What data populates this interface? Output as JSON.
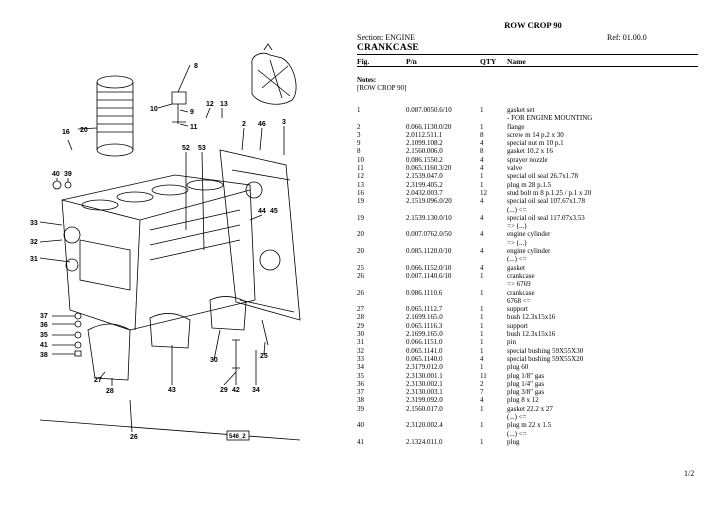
{
  "document": {
    "title": "ROW CROP 90",
    "section": "Section: ENGINE",
    "ref": "Ref: 01.00.0",
    "heading": "CRANKCASE",
    "columns": {
      "fig": "Fig.",
      "pn": "P/n",
      "qty": "QTY",
      "name": "Name"
    },
    "notes_label": "Notes:",
    "notes_value": "[ROW CROP 90]",
    "page": "1/2"
  },
  "parts": [
    {
      "fig": "1",
      "pn": "0.087.0050.6/10",
      "qty": "1",
      "name": "gasket set"
    },
    {
      "fig": "",
      "pn": "",
      "qty": "",
      "name": "- FOR ENGINE MOUNTING"
    },
    {
      "fig": "2",
      "pn": "0.066.1130.0/20",
      "qty": "1",
      "name": "flange"
    },
    {
      "fig": "3",
      "pn": "2.0112.511.1",
      "qty": "8",
      "name": "screw m 14 p.2 x 30"
    },
    {
      "fig": "9",
      "pn": "2.1099.108.2",
      "qty": "4",
      "name": "special nut m 10 p.1"
    },
    {
      "fig": "8",
      "pn": "2.1560.006.0",
      "qty": "8",
      "name": "gasket 10.2 x 16"
    },
    {
      "fig": "10",
      "pn": "0.086.1550.2",
      "qty": "4",
      "name": "sprayer nozzle"
    },
    {
      "fig": "11",
      "pn": "0.065.1160.3/20",
      "qty": "4",
      "name": "valve"
    },
    {
      "fig": "12",
      "pn": "2.1539.047.0",
      "qty": "1",
      "name": "special oil seal 26.7x1.78"
    },
    {
      "fig": "13",
      "pn": "2.3199.405.2",
      "qty": "1",
      "name": "plug m 28 p.1.5"
    },
    {
      "fig": "16",
      "pn": "2.0432.003.7",
      "qty": "12",
      "name": "stud bolt m 8 p.1.25 / p.1 x 20"
    },
    {
      "fig": "19",
      "pn": "2.1519.096.0/20",
      "qty": "4",
      "name": "special oil seal 107.67x1.78"
    },
    {
      "fig": "",
      "pn": "",
      "qty": "",
      "name": "(...) <="
    },
    {
      "fig": "19",
      "pn": "2.1539.130.0/10",
      "qty": "4",
      "name": "special oil seal 117.07x3.53"
    },
    {
      "fig": "",
      "pn": "",
      "qty": "",
      "name": "=> (...)"
    },
    {
      "fig": "20",
      "pn": "0.007.0762.0/50",
      "qty": "4",
      "name": "engine cylinder"
    },
    {
      "fig": "",
      "pn": "",
      "qty": "",
      "name": "=> (...)"
    },
    {
      "fig": "20",
      "pn": "0.085.1120.0/10",
      "qty": "4",
      "name": "engine cylinder"
    },
    {
      "fig": "",
      "pn": "",
      "qty": "",
      "name": "(...) <="
    },
    {
      "fig": "25",
      "pn": "0.066.1152.0/10",
      "qty": "4",
      "name": "gasket"
    },
    {
      "fig": "26",
      "pn": "0.007.1140.6/10",
      "qty": "1",
      "name": "crankcase"
    },
    {
      "fig": "",
      "pn": "",
      "qty": "",
      "name": "=> 6769"
    },
    {
      "fig": "26",
      "pn": "0.086.1110.6",
      "qty": "1",
      "name": "crankcase"
    },
    {
      "fig": "",
      "pn": "",
      "qty": "",
      "name": "6768 <="
    },
    {
      "fig": "27",
      "pn": "0.065.1112.7",
      "qty": "1",
      "name": "support"
    },
    {
      "fig": "28",
      "pn": "2.1699.165.0",
      "qty": "1",
      "name": "bush 12.3x15x16"
    },
    {
      "fig": "29",
      "pn": "0.065.1116.3",
      "qty": "1",
      "name": "support"
    },
    {
      "fig": "30",
      "pn": "2.1699.165.0",
      "qty": "1",
      "name": "bush 12.3x15x16"
    },
    {
      "fig": "31",
      "pn": "0.066.1151.0",
      "qty": "1",
      "name": "pin"
    },
    {
      "fig": "32",
      "pn": "0.065.1141.0",
      "qty": "1",
      "name": "special bushing 59X55X30"
    },
    {
      "fig": "33",
      "pn": "0.065.1140.0",
      "qty": "4",
      "name": "special bushing 59X55X20"
    },
    {
      "fig": "34",
      "pn": "2.3179.012.0",
      "qty": "1",
      "name": "plug 60"
    },
    {
      "fig": "35",
      "pn": "2.3130.001.1",
      "qty": "11",
      "name": "plug 1/8\" gas"
    },
    {
      "fig": "36",
      "pn": "2.3130.002.1",
      "qty": "2",
      "name": "plug 1/4\" gas"
    },
    {
      "fig": "37",
      "pn": "2.3130.003.1",
      "qty": "7",
      "name": "plug 3/8\" gas"
    },
    {
      "fig": "38",
      "pn": "2.3199.092.0",
      "qty": "4",
      "name": "plug 8 x 12"
    },
    {
      "fig": "39",
      "pn": "2.1560.017.0",
      "qty": "1",
      "name": "gasket 22.2 x 27"
    },
    {
      "fig": "",
      "pn": "",
      "qty": "",
      "name": "(...) <="
    },
    {
      "fig": "40",
      "pn": "2.3120.002.4",
      "qty": "1",
      "name": "plug m 22 x 1.5"
    },
    {
      "fig": "",
      "pn": "",
      "qty": "",
      "name": "(...) <="
    },
    {
      "fig": "41",
      "pn": "2.1324.011.0",
      "qty": "1",
      "name": "plug"
    }
  ],
  "diagram": {
    "callouts": [
      "8",
      "10",
      "9",
      "11",
      "12",
      "13",
      "20",
      "16",
      "46",
      "3",
      "2",
      "52",
      "53",
      "40",
      "39",
      "44",
      "45",
      "33",
      "32",
      "31",
      "37",
      "36",
      "35",
      "41",
      "38",
      "27",
      "28",
      "30",
      "25",
      "43",
      "29",
      "42",
      "34",
      "26"
    ],
    "tag": "546_2"
  }
}
